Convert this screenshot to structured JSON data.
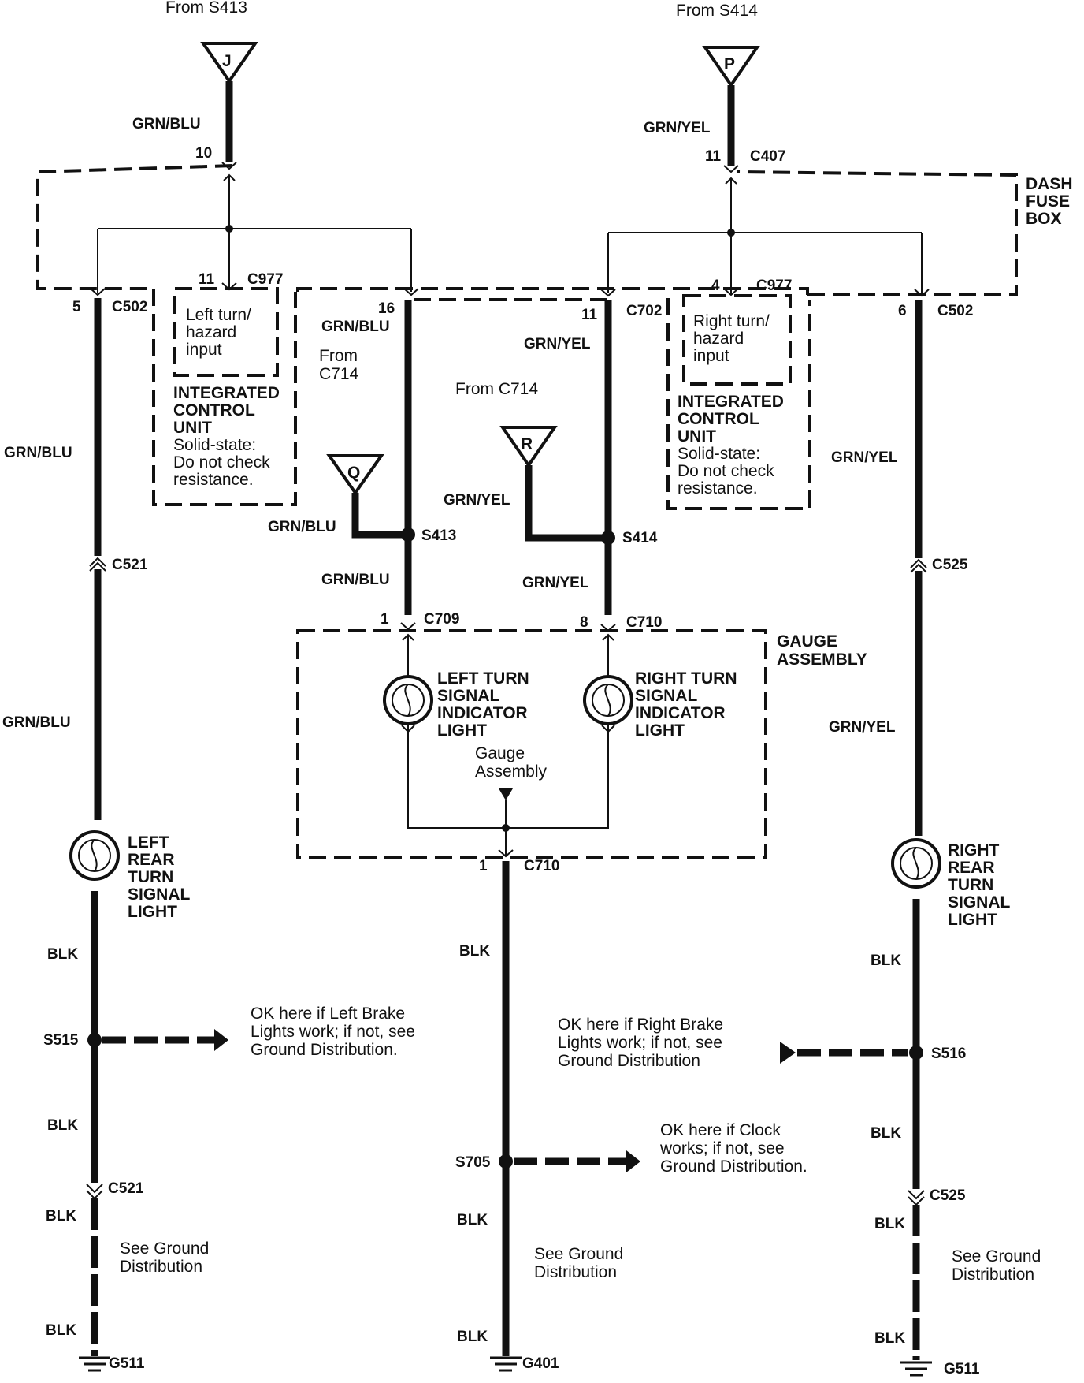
{
  "sources": {
    "left_from": "From S413",
    "right_from": "From S414",
    "left_letter": "J",
    "right_letter": "P",
    "q_letter": "Q",
    "r_letter": "R"
  },
  "wires": {
    "grn_blu": "GRN/BLU",
    "grn_yel": "GRN/YEL",
    "blk": "BLK"
  },
  "connectors": {
    "c407": "C407",
    "c502": "C502",
    "c977": "C977",
    "c702": "C702",
    "c521": "C521",
    "c525": "C525",
    "c709": "C709",
    "c710": "C710",
    "s413": "S413",
    "s414": "S414",
    "s515": "S515",
    "s516": "S516",
    "s705": "S705",
    "g511": "G511",
    "g401": "G401"
  },
  "pins": {
    "p10": "10",
    "p11": "11",
    "p5": "5",
    "p16": "16",
    "p4": "4",
    "p6": "6",
    "p1": "1",
    "p8": "8"
  },
  "boxes": {
    "dash_fuse_box": [
      "DASH",
      "FUSE",
      "BOX"
    ],
    "gauge_assembly": [
      "GAUGE",
      "ASSEMBLY"
    ],
    "left_input": [
      "Left turn/",
      "hazard",
      "input"
    ],
    "right_input": [
      "Right turn/",
      "hazard",
      "input"
    ],
    "icu_title": [
      "INTEGRATED",
      "CONTROL",
      "UNIT"
    ],
    "icu_note": [
      "Solid-state:",
      "Do not check",
      "resistance."
    ],
    "from_c714_left": [
      "From",
      "C714"
    ],
    "from_c714_right": "From C714",
    "gauge_assembly_small": [
      "Gauge",
      "Assembly"
    ]
  },
  "lights": {
    "left_turn_indicator": [
      "LEFT TURN",
      "SIGNAL",
      "INDICATOR",
      "LIGHT"
    ],
    "right_turn_indicator": [
      "RIGHT TURN",
      "SIGNAL",
      "INDICATOR",
      "LIGHT"
    ],
    "left_rear": [
      "LEFT",
      "REAR",
      "TURN",
      "SIGNAL",
      "LIGHT"
    ],
    "right_rear": [
      "RIGHT",
      "REAR",
      "TURN",
      "SIGNAL",
      "LIGHT"
    ]
  },
  "notes": {
    "left_brake": [
      "OK here if Left Brake",
      "Lights work; if not, see",
      "Ground Distribution."
    ],
    "right_brake": [
      "OK here if Right Brake",
      "Lights work; if not, see",
      "Ground Distribution"
    ],
    "clock": [
      "OK here if Clock",
      "works; if not, see",
      "Ground Distribution."
    ],
    "see_ground": [
      "See Ground",
      "Distribution"
    ]
  }
}
